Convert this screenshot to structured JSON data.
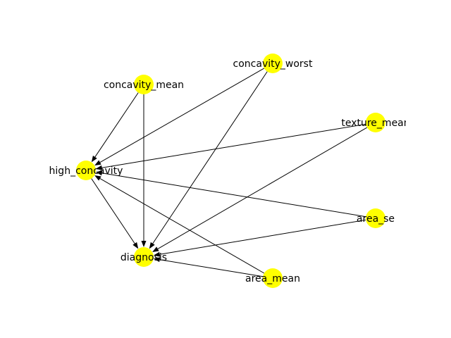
{
  "graph": {
    "node_color": "#ffff00",
    "edge_color": "#000000",
    "nodes": [
      {
        "id": "high_concavity",
        "label": "high_concavity"
      },
      {
        "id": "diagnosis",
        "label": "diagnosis"
      },
      {
        "id": "concavity_mean",
        "label": "concavity_mean"
      },
      {
        "id": "concavity_worst",
        "label": "concavity_worst"
      },
      {
        "id": "texture_mean",
        "label": "texture_mean"
      },
      {
        "id": "area_se",
        "label": "area_se"
      },
      {
        "id": "area_mean",
        "label": "area_mean"
      }
    ],
    "edges": [
      {
        "from": "concavity_mean",
        "to": "high_concavity"
      },
      {
        "from": "concavity_mean",
        "to": "diagnosis"
      },
      {
        "from": "concavity_worst",
        "to": "high_concavity"
      },
      {
        "from": "concavity_worst",
        "to": "diagnosis"
      },
      {
        "from": "texture_mean",
        "to": "high_concavity"
      },
      {
        "from": "texture_mean",
        "to": "diagnosis"
      },
      {
        "from": "area_se",
        "to": "high_concavity"
      },
      {
        "from": "area_se",
        "to": "diagnosis"
      },
      {
        "from": "area_mean",
        "to": "high_concavity"
      },
      {
        "from": "area_mean",
        "to": "diagnosis"
      },
      {
        "from": "high_concavity",
        "to": "diagnosis"
      }
    ]
  }
}
